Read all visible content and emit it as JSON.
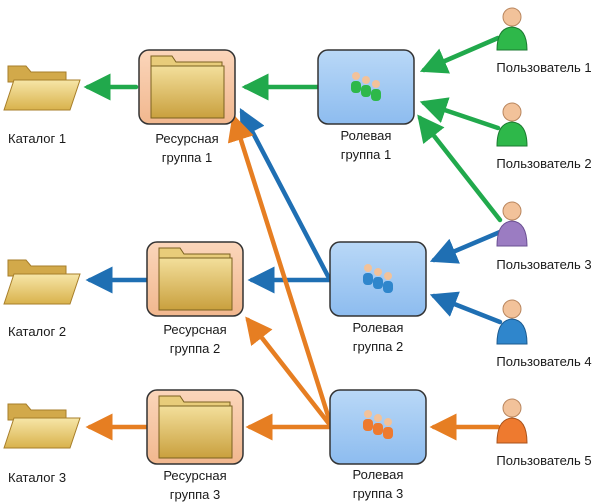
{
  "directories": [
    {
      "label": "Каталог 1"
    },
    {
      "label": "Каталог 2"
    },
    {
      "label": "Каталог 3"
    }
  ],
  "resource_groups": [
    {
      "line1": "Ресурсная",
      "line2": "группа 1"
    },
    {
      "line1": "Ресурсная",
      "line2": "группа 2"
    },
    {
      "line1": "Ресурсная",
      "line2": "группа 3"
    }
  ],
  "role_groups": [
    {
      "line1": "Ролевая",
      "line2": "группа 1"
    },
    {
      "line1": "Ролевая",
      "line2": "группа 2"
    },
    {
      "line1": "Ролевая",
      "line2": "группа 3"
    }
  ],
  "users": [
    {
      "label": "Пользователь 1",
      "color": "#2eb84a"
    },
    {
      "label": "Пользователь 2",
      "color": "#2eb84a"
    },
    {
      "label": "Пользователь 3",
      "color": "#9b7cc2"
    },
    {
      "label": "Пользователь 4",
      "color": "#2f86cc"
    },
    {
      "label": "Пользователь 5",
      "color": "#ee7a2f"
    }
  ],
  "colors": {
    "group1": "#21a94c",
    "group2": "#1f6fb3",
    "group3": "#e67e22",
    "role_box": "#9cc6f3",
    "resource_box": "#f6c7a6",
    "folder": "#e9c968"
  }
}
